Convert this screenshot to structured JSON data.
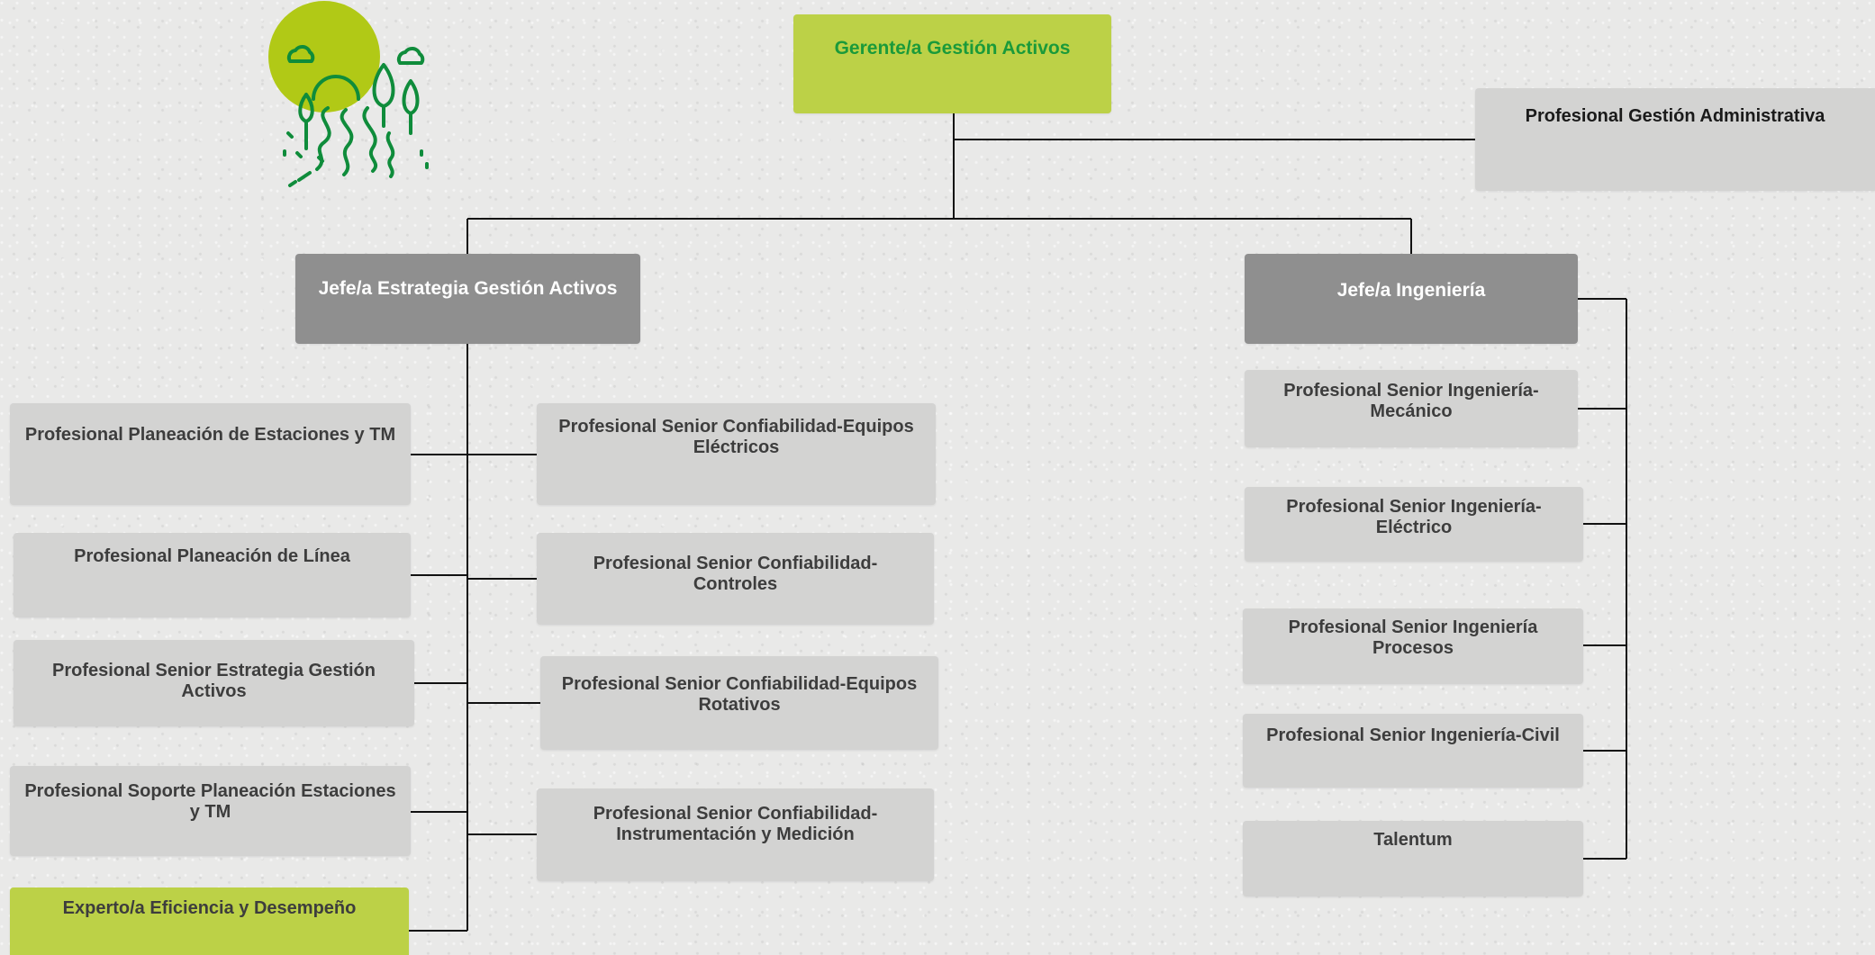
{
  "org": {
    "gerente": "Gerente/a Gestión Activos",
    "admin": "Profesional Gestión Administrativa",
    "jefe_estrategia": "Jefe/a Estrategia Gestión Activos",
    "jefe_ingenieria": "Jefe/a Ingeniería",
    "estrategia_left": [
      "Profesional Planeación de Estaciones y TM",
      "Profesional Planeación de Línea",
      "Profesional Senior Estrategia Gestión Activos",
      "Profesional Soporte Planeación Estaciones y TM",
      "Experto/a Eficiencia y Desempeño"
    ],
    "estrategia_right": [
      "Profesional Senior Confiabilidad-Equipos Eléctricos",
      "Profesional Senior Confiabilidad-Controles",
      "Profesional Senior Confiabilidad-Equipos Rotativos",
      "Profesional Senior Confiabilidad-Instrumentación y Medición"
    ],
    "ingenieria": [
      "Profesional Senior Ingeniería-Mecánico",
      "Profesional Senior Ingeniería-Eléctrico",
      "Profesional Senior Ingeniería Procesos",
      "Profesional Senior Ingeniería-Civil",
      "Talentum"
    ]
  },
  "colors": {
    "lime": "#bcd147",
    "green_icon": "#0f8c3b",
    "green_text": "#1a9a3a",
    "grey_box": "#d3d3d2",
    "dark_box": "#8f8f8f",
    "line": "#111111"
  },
  "logo_icon": "forest-river-icon"
}
